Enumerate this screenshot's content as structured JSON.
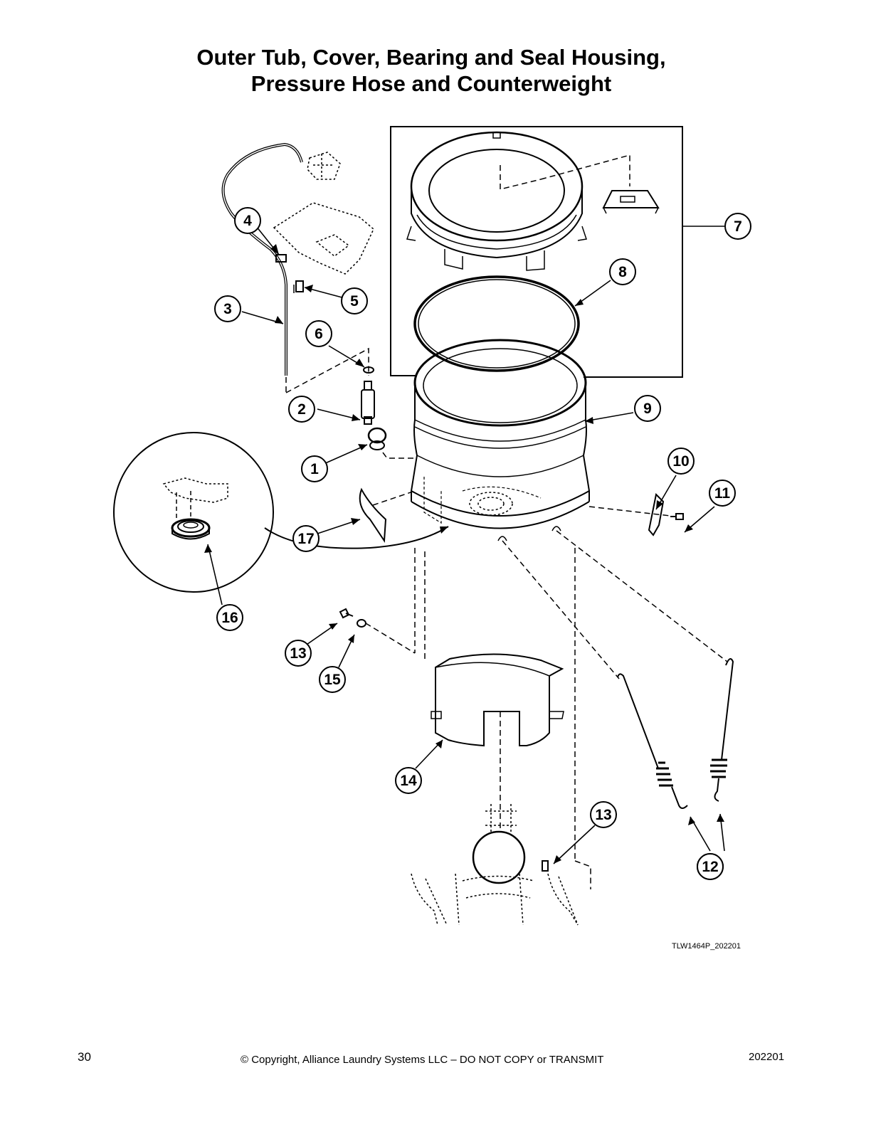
{
  "title": {
    "line1": "Outer Tub, Cover, Bearing and Seal Housing,",
    "line2": "Pressure Hose and Counterweight"
  },
  "callouts": [
    "1",
    "2",
    "3",
    "4",
    "5",
    "6",
    "7",
    "8",
    "9",
    "10",
    "11",
    "12",
    "12",
    "13",
    "13",
    "14",
    "15",
    "16",
    "17"
  ],
  "drawing_code": "TLW1464P_202201",
  "footer": {
    "page_number": "30",
    "copyright": "© Copyright, Alliance Laundry Systems LLC – DO NOT COPY or TRANSMIT",
    "revision": "202201"
  }
}
